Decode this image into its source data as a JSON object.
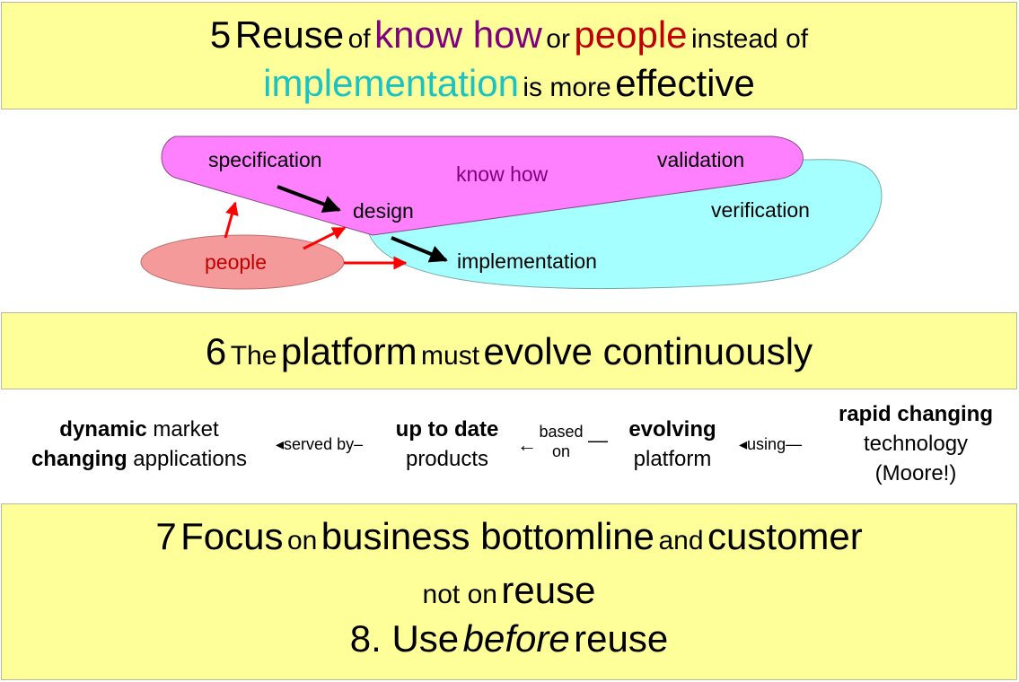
{
  "principle5": {
    "line1": {
      "num": "5",
      "reuse": "Reuse",
      "of": "of",
      "know_how": "know how",
      "or": "or",
      "people": "people",
      "instead_of": "instead of"
    },
    "line2": {
      "implementation": "implementation",
      "is_more": "is more",
      "effective": "effective"
    }
  },
  "diagram": {
    "specification": "specification",
    "know_how": "know how",
    "validation": "validation",
    "design": "design",
    "verification": "verification",
    "people": "people",
    "implementation": "implementation",
    "colors": {
      "know_how_blob": "#ff80ff",
      "implementation_blob": "#a6ffff",
      "people_blob": "#f59a9a",
      "people_text": "#c00000",
      "know_how_text": "#800080",
      "red_arrow": "#ff0000",
      "black_arrow": "#000000"
    }
  },
  "principle6": {
    "num": "6",
    "the": "The",
    "platform": "platform",
    "must": "must",
    "evolve_continuously": "evolve continuously"
  },
  "chain": {
    "applications": {
      "dynamic": "dynamic",
      "market": "market",
      "changing": "changing",
      "applications": "applications"
    },
    "served_by": "served by",
    "products": {
      "line1": "up to date",
      "line2": "products"
    },
    "based_on": {
      "line1": "based",
      "line2": "on"
    },
    "platform": {
      "line1": "evolving",
      "line2": "platform"
    },
    "using": "using",
    "technology": {
      "line1": "rapid changing",
      "line2": "technology",
      "line3": "(Moore!)"
    }
  },
  "principle7": {
    "num": "7",
    "focus": "Focus",
    "on": "on",
    "business_bottomline": "business bottomline",
    "and": "and",
    "customer": "customer",
    "not_on": "not on",
    "reuse": "reuse"
  },
  "principle8": {
    "prefix": "8. Use",
    "before": "before",
    "reuse": "reuse"
  }
}
